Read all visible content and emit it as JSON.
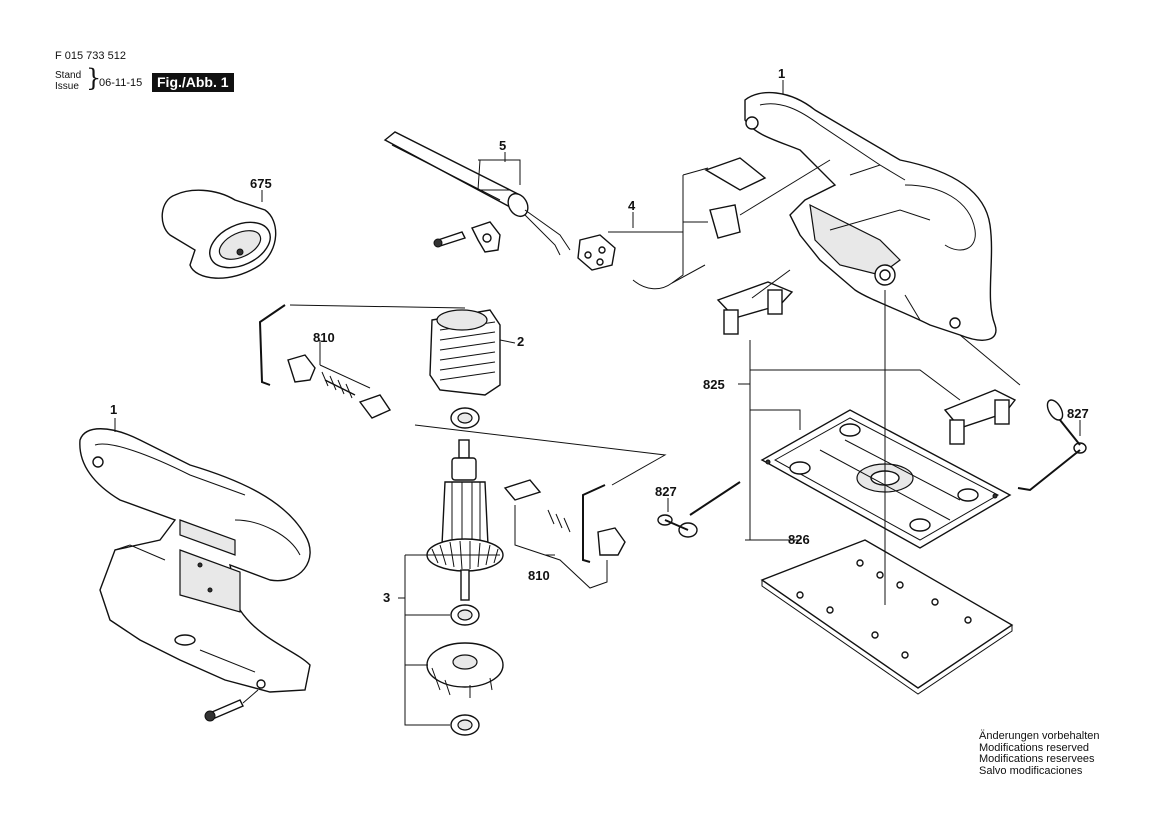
{
  "header": {
    "doc_number": "F 015 733 512",
    "stand_label": "Stand",
    "issue_label": "Issue",
    "brace": "}",
    "date": "06-11-15",
    "figure_label": "Fig./Abb. 1"
  },
  "callouts": {
    "p1_top": "1",
    "p1_left": "1",
    "p675": "675",
    "p5": "5",
    "p4": "4",
    "p810_top": "810",
    "p2": "2",
    "p3": "3",
    "p810_bottom": "810",
    "p825": "825",
    "p827_left": "827",
    "p827_right": "827",
    "p826": "826"
  },
  "notes": [
    "Änderungen vorbehalten",
    "Modifications reserved",
    "Modifications reservees",
    "Salvo modificaciones"
  ]
}
